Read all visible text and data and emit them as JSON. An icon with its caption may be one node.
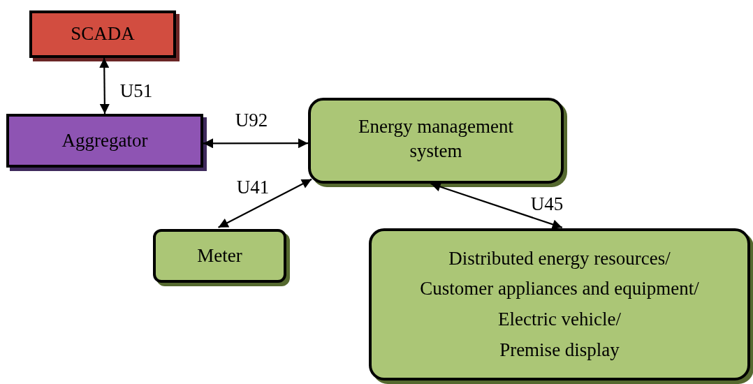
{
  "diagram": {
    "nodes": [
      {
        "text": [
          "SCADA"
        ]
      },
      {
        "text": [
          "Aggregator"
        ]
      },
      {
        "text": [
          "Energy management system"
        ]
      },
      {
        "text": [
          "Meter"
        ]
      },
      {
        "text": [
          "Distributed energy resources/",
          "Customer appliances and equipment/",
          "Electric vehicle/",
          "Premise display"
        ]
      }
    ],
    "edges": [
      {
        "from": 0,
        "to": 1,
        "arrow": "both",
        "label": "U51"
      },
      {
        "from": 1,
        "to": 2,
        "arrow": "both",
        "label": "U92"
      },
      {
        "from": 3,
        "to": 2,
        "arrow": "both",
        "label": "U41"
      },
      {
        "from": 2,
        "to": 4,
        "arrow": "both",
        "label": "U45"
      }
    ]
  }
}
